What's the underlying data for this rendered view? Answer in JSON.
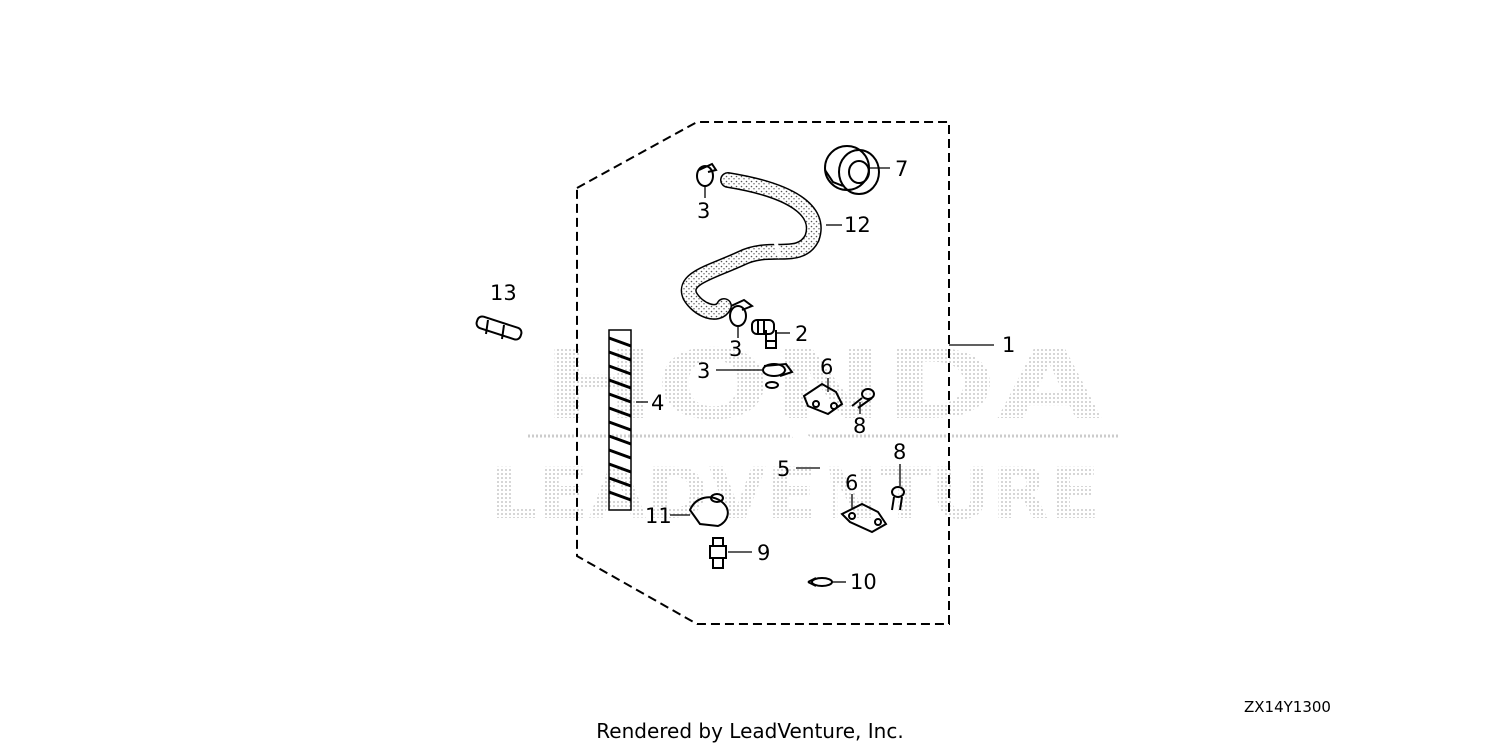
{
  "diagram": {
    "callouts": {
      "c1": "1",
      "c2": "2",
      "c3a": "3",
      "c3b": "3",
      "c3c": "3",
      "c4": "4",
      "c5": "5",
      "c6a": "6",
      "c6b": "6",
      "c7": "7",
      "c8a": "8",
      "c8b": "8",
      "c9": "9",
      "c10": "10",
      "c11": "11",
      "c12": "12",
      "c13": "13"
    },
    "diagram_code": "ZX14Y1300",
    "footer": "Rendered by LeadVenture, Inc.",
    "watermark": {
      "line1": "HONDA",
      "line2": "LEADVENTURE"
    }
  },
  "colors": {
    "line": "#000000",
    "watermark": "#d6d6d6",
    "background": "#ffffff"
  }
}
